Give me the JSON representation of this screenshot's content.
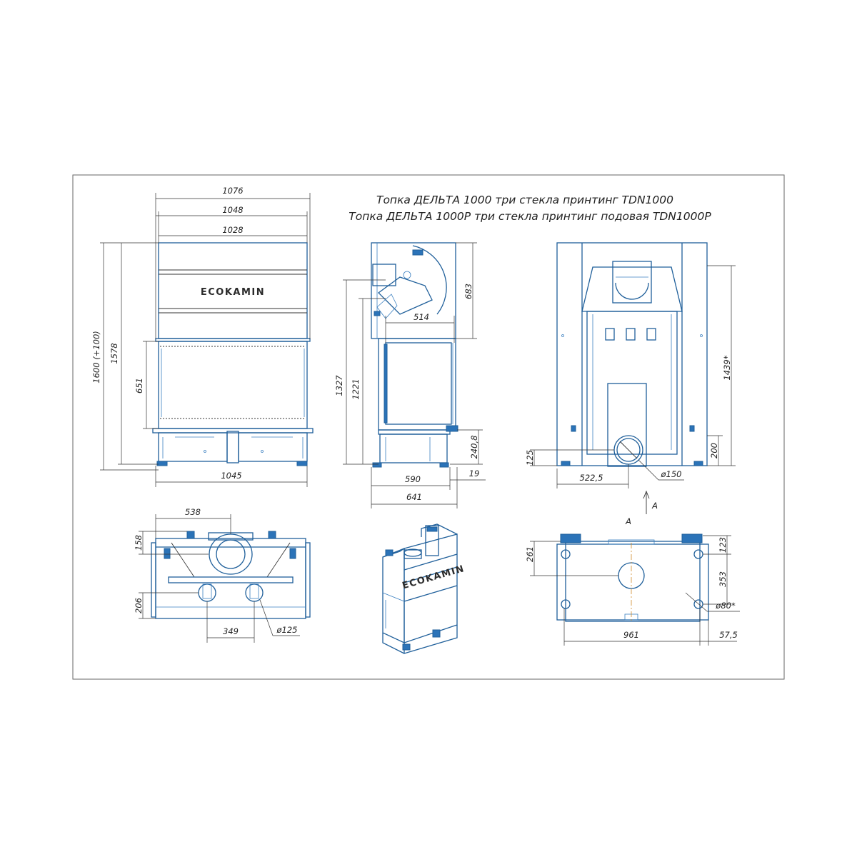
{
  "title": {
    "line1": "Топка ДЕЛЬТА 1000 три стекла принтинг TDN1000",
    "line2": "Топка ДЕЛЬТА 1000P три стекла принтинг подовая TDN1000P"
  },
  "brand": "ECOKAMIN",
  "section_label": "A",
  "front_view": {
    "w_total": "1076",
    "w_body": "1048",
    "w_glass": "1028",
    "w_base": "1045",
    "h_total": "1600 (+100)",
    "h_body": "1578",
    "h_glass": "651"
  },
  "side_view": {
    "h_top": "683",
    "h_body": "1327",
    "h_door": "1221",
    "w_door": "514",
    "h_leg": "240,8",
    "h_foot": "19",
    "w_inner": "590",
    "w_total": "641"
  },
  "back_view": {
    "h_outlet": "1439*",
    "h_bottom_right": "200",
    "h_bottom_left": "125",
    "w_offset": "522,5",
    "d_outlet": "ø150"
  },
  "top_view": {
    "w_outlet": "538",
    "h_top": "158",
    "h_bottom": "206",
    "w_pipes": "349",
    "d_pipe": "ø125"
  },
  "bottom_view": {
    "h_left": "261",
    "h_right_top": "123",
    "h_right": "353",
    "w_total": "961",
    "w_edge": "57,5",
    "d_hole": "ø80*"
  }
}
